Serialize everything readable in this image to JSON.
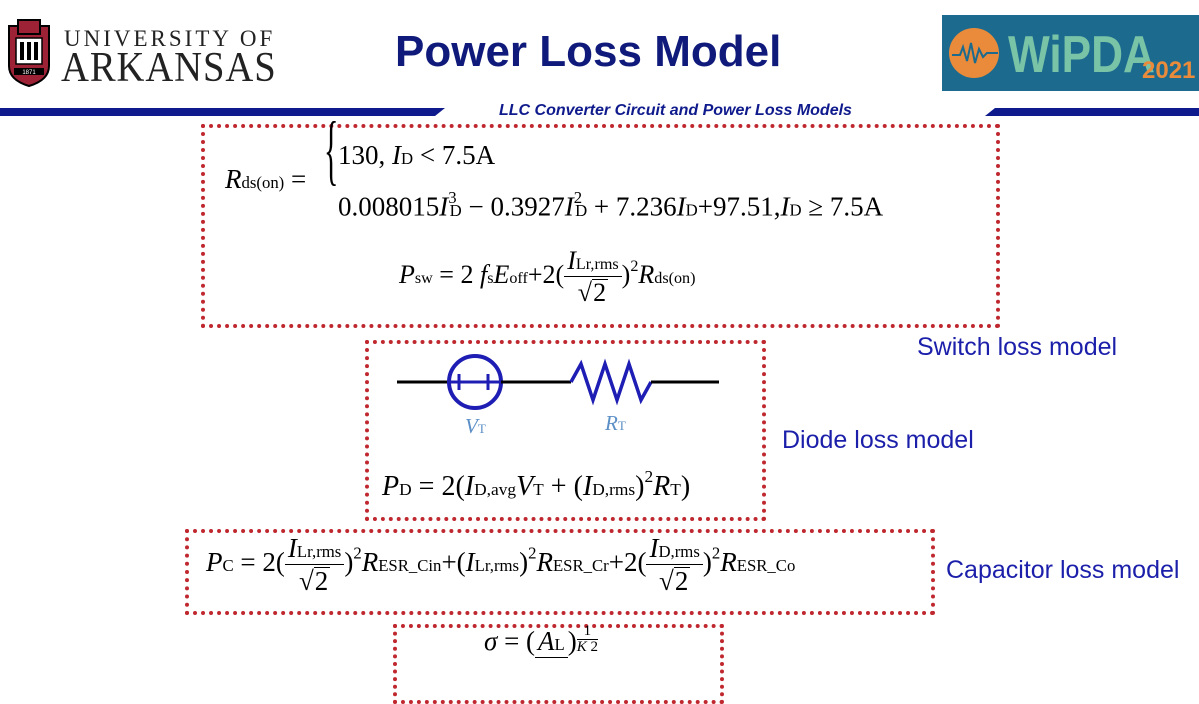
{
  "header": {
    "university_line1": "UNIVERSITY OF",
    "university_line2": "ARKANSAS",
    "seal_year": "1871",
    "title": "Power Loss Model",
    "subtitle": "LLC Converter Circuit and Power Loss Models",
    "conference_logo": {
      "text_main": "WiPDA",
      "text_year": "2021"
    }
  },
  "labels": {
    "switch": "Switch loss model",
    "diode": "Diode loss model",
    "capacitor": "Capacitor loss model"
  },
  "equations": {
    "rds_case1": "130,",
    "rds_case1_cond": "< 7.5A",
    "rds_case2_coef1": "0.008015",
    "rds_case2_coef2": "− 0.3927",
    "rds_case2_coef3": "+ 7.236",
    "rds_case2_const": "+97.51,",
    "rds_case2_cond": "≥ 7.5A"
  },
  "circuit": {
    "source_label_sym": "V",
    "source_label_sub": "T",
    "resistor_label_sym": "R",
    "resistor_label_sub": "T"
  },
  "colors": {
    "title": "#0f1a7a",
    "header_bar": "#0f1a8c",
    "box_border": "#c0282f",
    "label_blue": "#1b1faa",
    "circuit_blue": "#1e1eb4",
    "circuit_label": "#5b8fc6",
    "logo_bg": "#1c6b8f",
    "logo_text": "#79c3a6",
    "logo_circle": "#e98b3a",
    "ua_red": "#9d2235"
  }
}
